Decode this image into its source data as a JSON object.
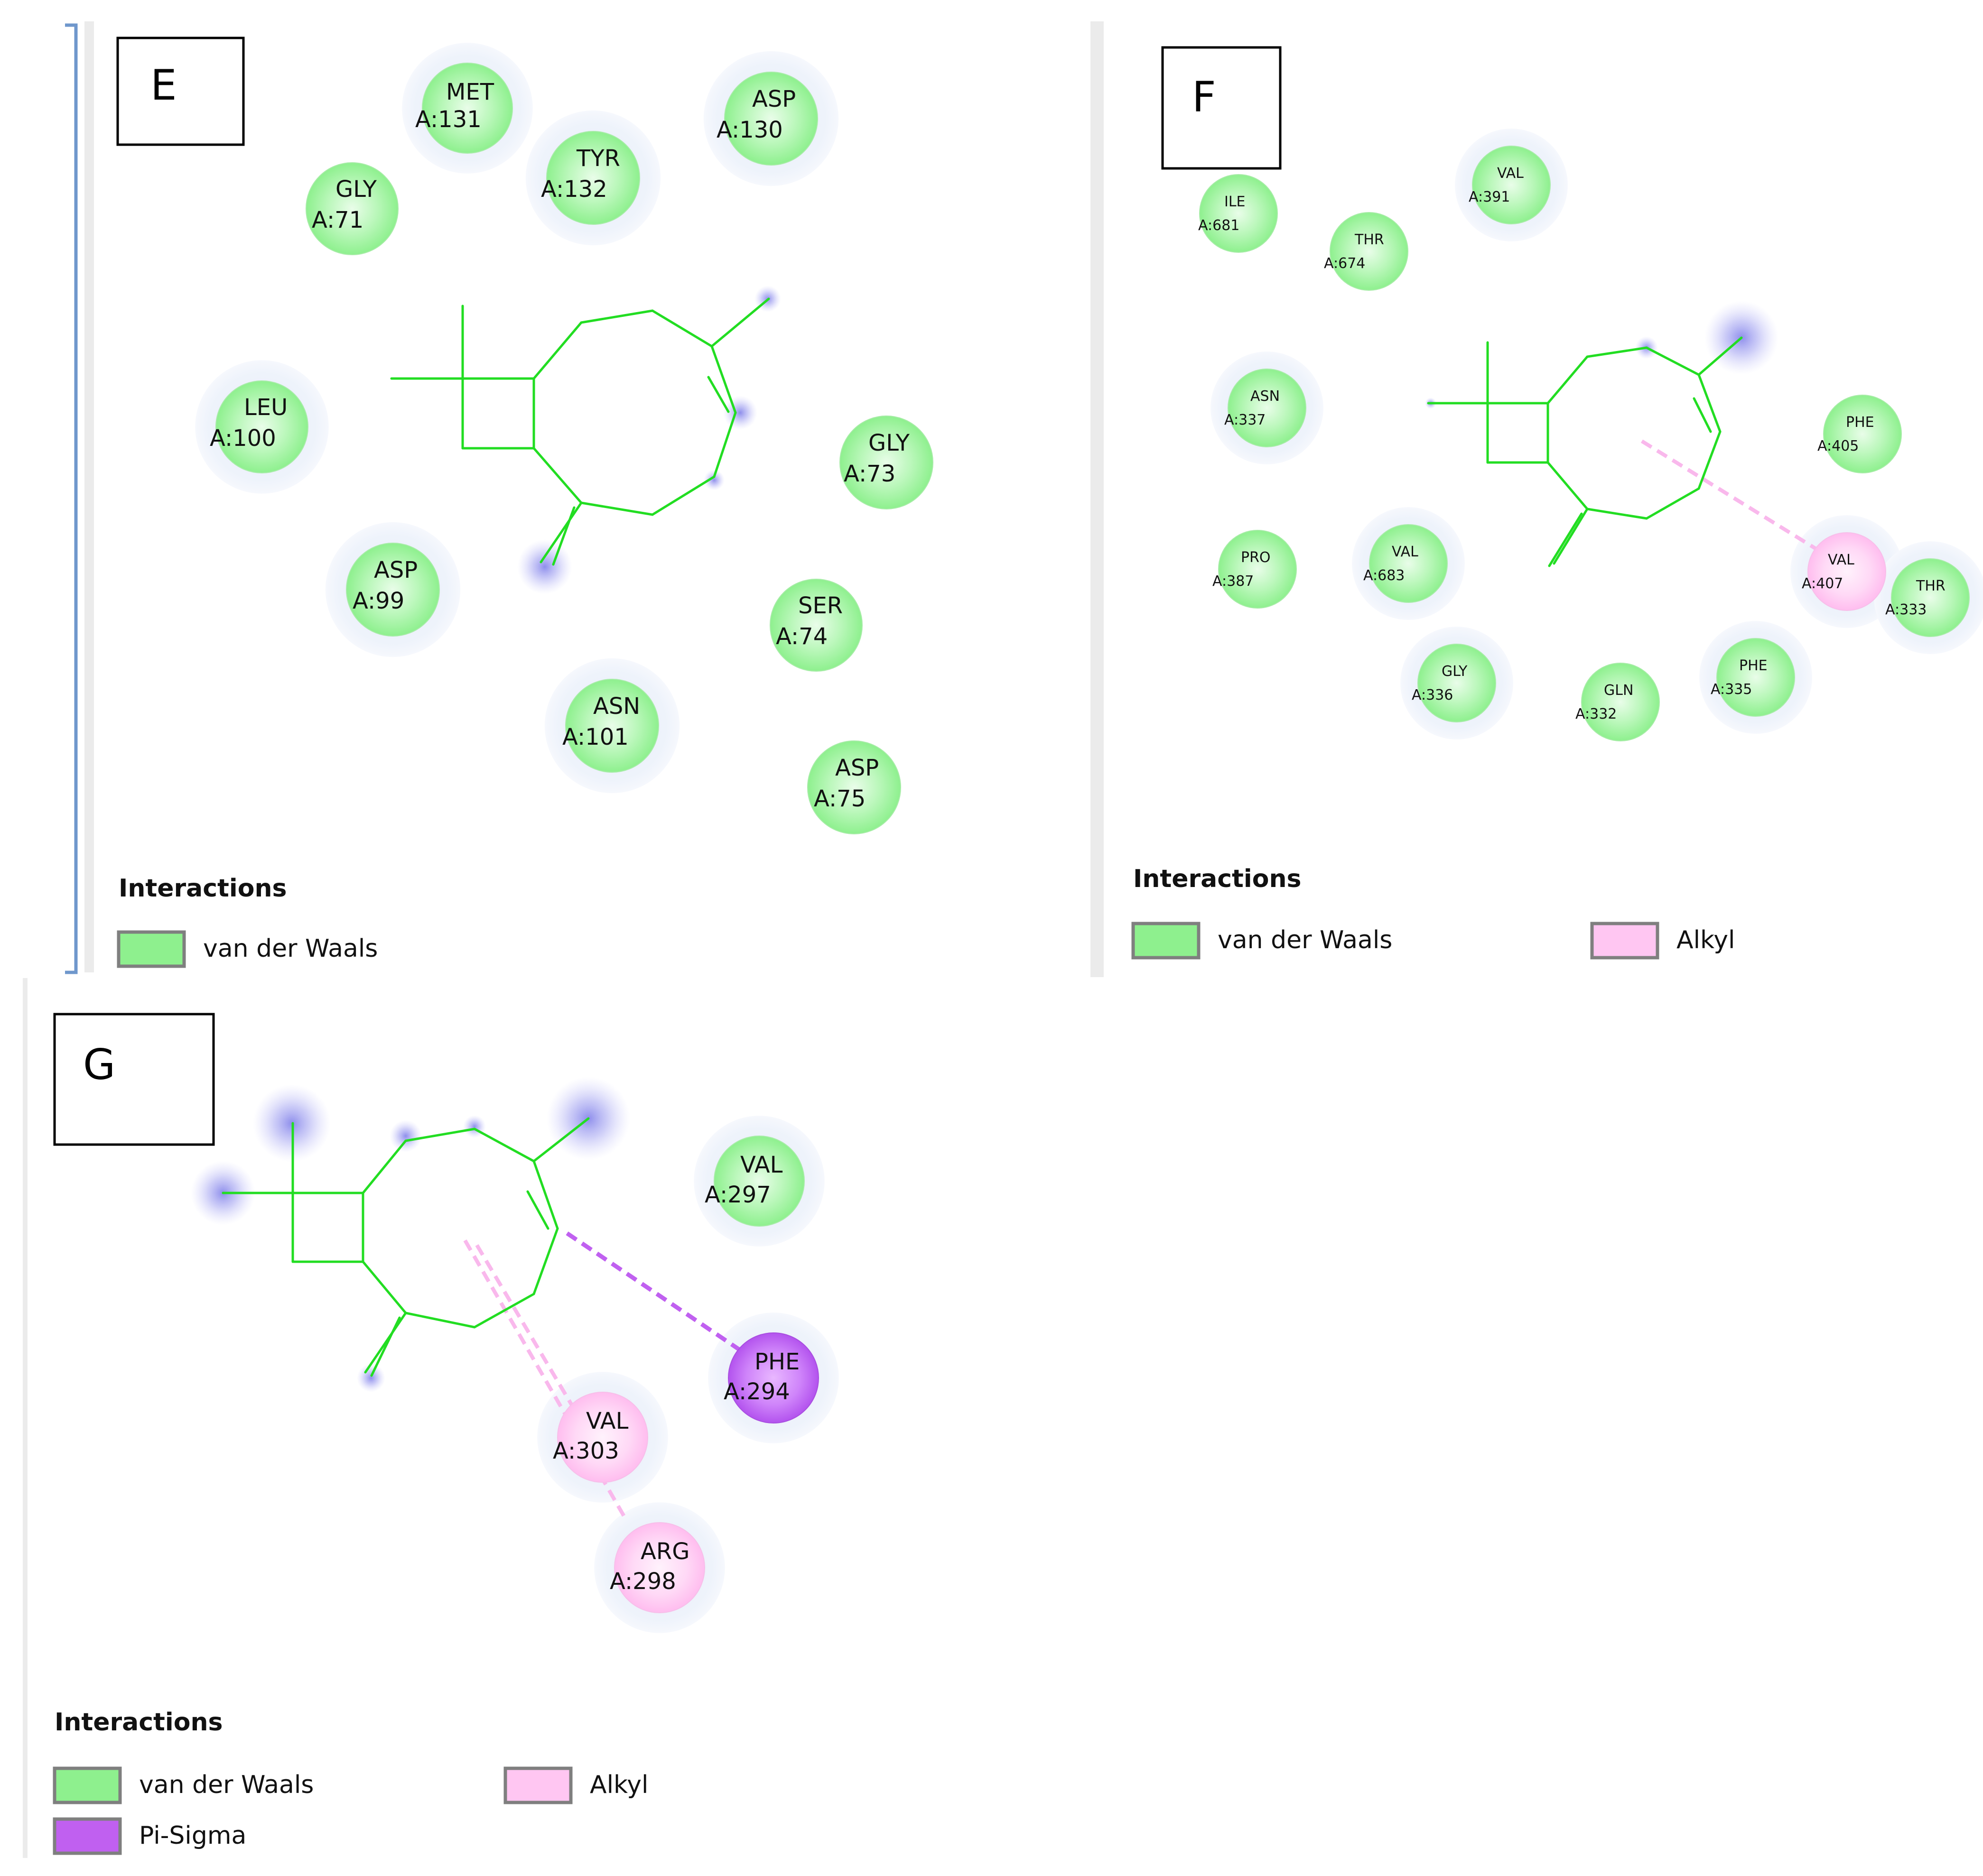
{
  "colors": {
    "vdw": "#8ef08e",
    "alkyl": "#ffc6f2",
    "pi_sigma": "#c060f0",
    "ligand": "#22dd22",
    "halo": "#eef3fb",
    "atom_glow": "#8a8aee",
    "frame_line": "#6f97cc",
    "divider": "#e9e9e9"
  },
  "panels": [
    {
      "label": "E",
      "legend_title": "Interactions",
      "legend": [
        {
          "key": "vdw",
          "label": "van der Waals"
        }
      ],
      "residues": [
        {
          "name": "MET",
          "id": "A:131",
          "type": "vdw"
        },
        {
          "name": "TYR",
          "id": "A:132",
          "type": "vdw"
        },
        {
          "name": "ASP",
          "id": "A:130",
          "type": "vdw"
        },
        {
          "name": "GLY",
          "id": "A:71",
          "type": "vdw"
        },
        {
          "name": "LEU",
          "id": "A:100",
          "type": "vdw"
        },
        {
          "name": "GLY",
          "id": "A:73",
          "type": "vdw"
        },
        {
          "name": "ASP",
          "id": "A:99",
          "type": "vdw"
        },
        {
          "name": "SER",
          "id": "A:74",
          "type": "vdw"
        },
        {
          "name": "ASN",
          "id": "A:101",
          "type": "vdw"
        },
        {
          "name": "ASP",
          "id": "A:75",
          "type": "vdw"
        }
      ]
    },
    {
      "label": "F",
      "legend_title": "Interactions",
      "legend": [
        {
          "key": "vdw",
          "label": "van der Waals"
        },
        {
          "key": "alkyl",
          "label": "Alkyl"
        }
      ],
      "residues": [
        {
          "name": "ILE",
          "id": "A:681",
          "type": "vdw"
        },
        {
          "name": "VAL",
          "id": "A:391",
          "type": "vdw"
        },
        {
          "name": "THR",
          "id": "A:674",
          "type": "vdw"
        },
        {
          "name": "ASN",
          "id": "A:337",
          "type": "vdw"
        },
        {
          "name": "PHE",
          "id": "A:405",
          "type": "vdw"
        },
        {
          "name": "PRO",
          "id": "A:387",
          "type": "vdw"
        },
        {
          "name": "VAL",
          "id": "A:683",
          "type": "vdw"
        },
        {
          "name": "VAL",
          "id": "A:407",
          "type": "alkyl"
        },
        {
          "name": "THR",
          "id": "A:333",
          "type": "vdw"
        },
        {
          "name": "GLY",
          "id": "A:336",
          "type": "vdw"
        },
        {
          "name": "GLN",
          "id": "A:332",
          "type": "vdw"
        },
        {
          "name": "PHE",
          "id": "A:335",
          "type": "vdw"
        }
      ]
    },
    {
      "label": "G",
      "legend_title": "Interactions",
      "legend": [
        {
          "key": "vdw",
          "label": "van der Waals"
        },
        {
          "key": "alkyl",
          "label": "Alkyl"
        },
        {
          "key": "pi_sigma",
          "label": "Pi-Sigma"
        }
      ],
      "residues": [
        {
          "name": "VAL",
          "id": "A:297",
          "type": "vdw"
        },
        {
          "name": "PHE",
          "id": "A:294",
          "type": "pi_sigma"
        },
        {
          "name": "VAL",
          "id": "A:303",
          "type": "alkyl"
        },
        {
          "name": "ARG",
          "id": "A:298",
          "type": "alkyl"
        }
      ]
    }
  ]
}
